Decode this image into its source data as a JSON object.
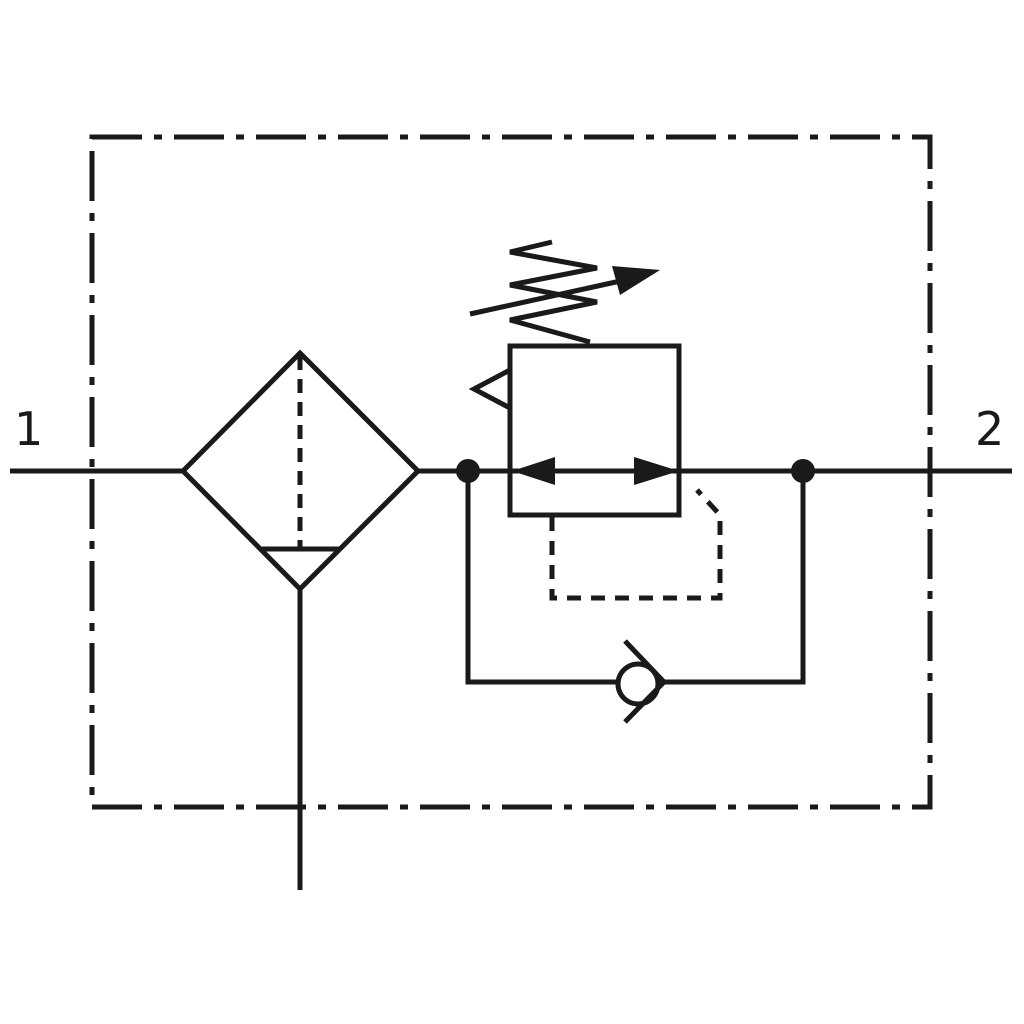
{
  "diagram": {
    "port_labels": {
      "inlet": "1",
      "outlet": "2"
    },
    "components": [
      "filter-with-drain",
      "pressure-regulator",
      "check-valve-bypass"
    ],
    "colors": {
      "line": "#1a1a1a",
      "background": "#ffffff"
    }
  }
}
